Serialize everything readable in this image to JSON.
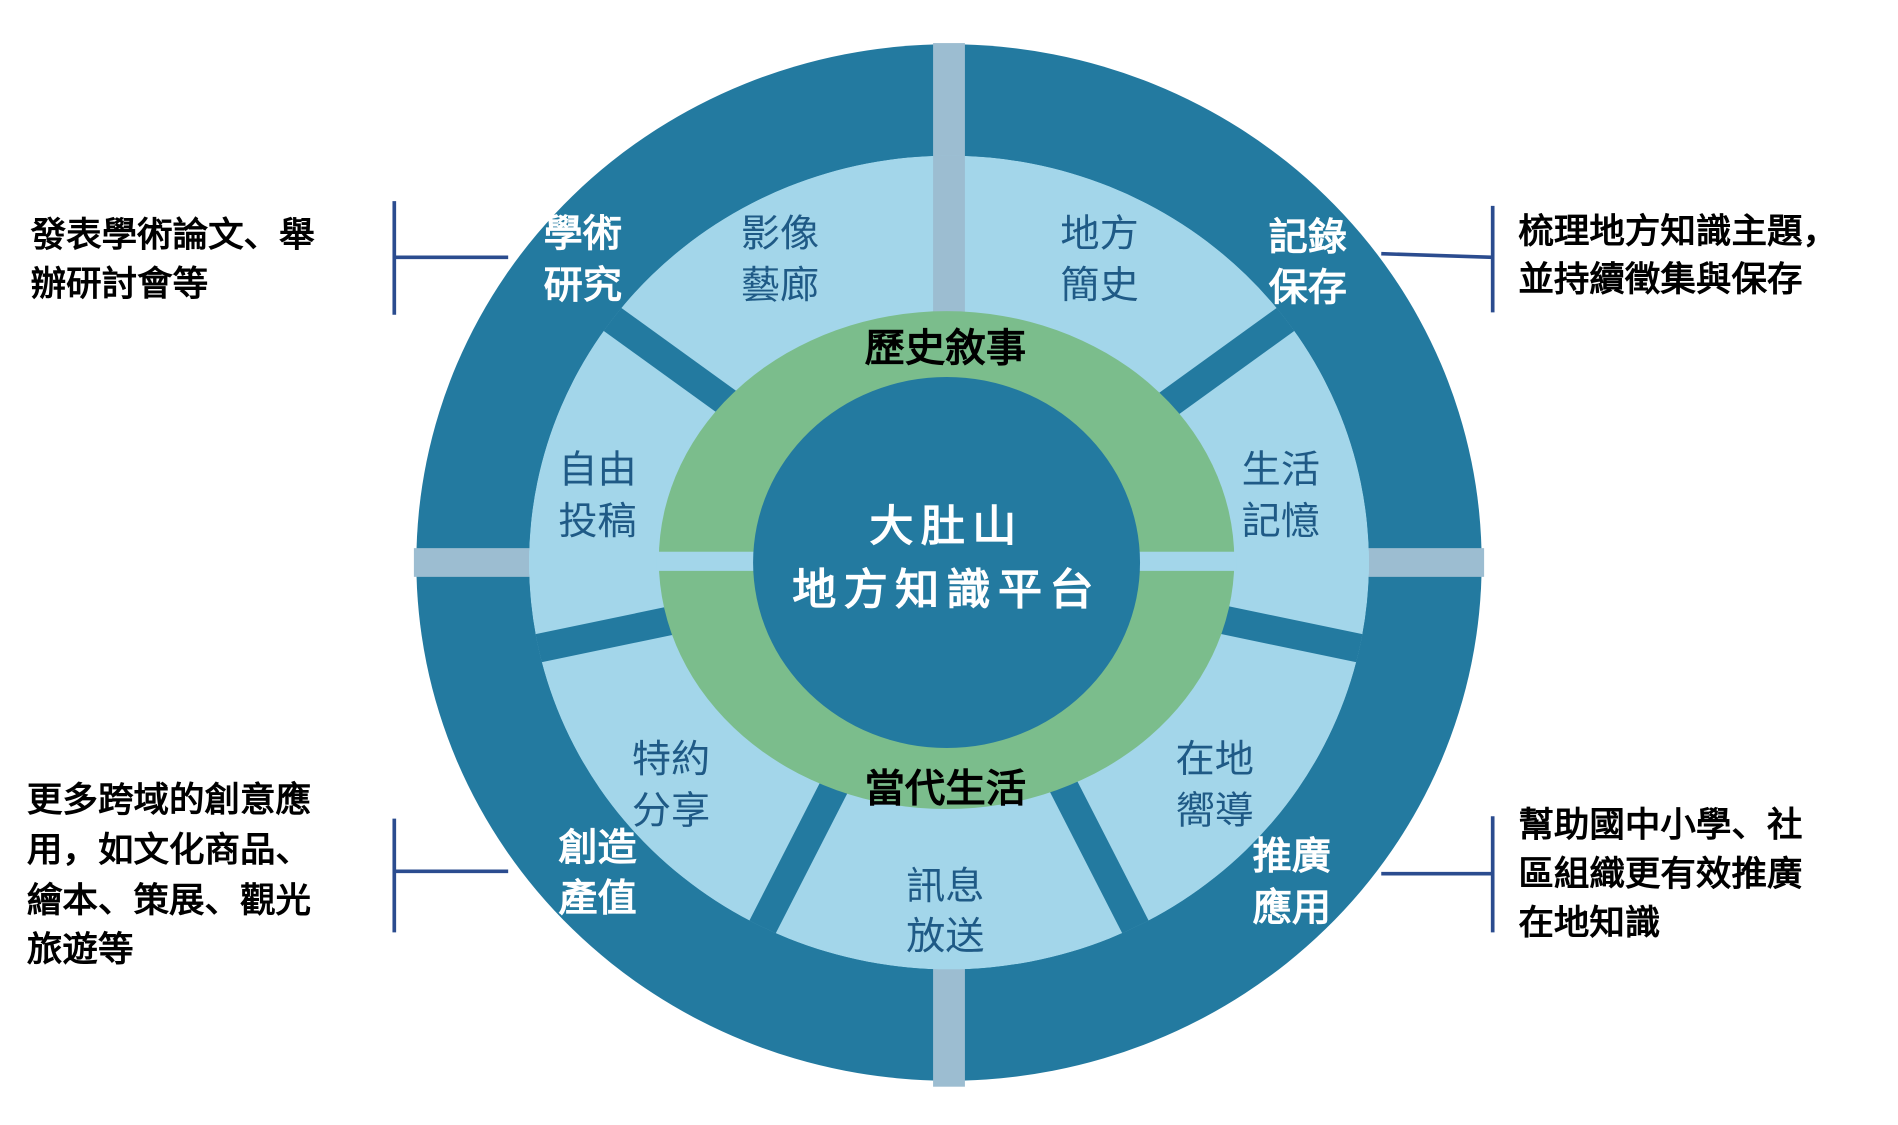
{
  "colors": {
    "outer_ring": "#237aa0",
    "middle_ring": "#a3d6ea",
    "inner_ring": "#7bbd8c",
    "center": "#237aa0",
    "divider": "#9cbdd1",
    "leader_line": "#2b4c8f"
  },
  "center": {
    "line1": "大肚山",
    "line2": "地方知識平台"
  },
  "inner_ring": {
    "top": "歷史敘事",
    "bottom": "當代生活"
  },
  "middle_ring": [
    {
      "line1": "影像",
      "line2": "藝廊"
    },
    {
      "line1": "地方",
      "line2": "簡史"
    },
    {
      "line1": "自由",
      "line2": "投稿"
    },
    {
      "line1": "生活",
      "line2": "記憶"
    },
    {
      "line1": "特約",
      "line2": "分享"
    },
    {
      "line1": "在地",
      "line2": "嚮導"
    },
    {
      "line1": "訊息",
      "line2": "放送"
    }
  ],
  "outer_ring": [
    {
      "line1": "學術",
      "line2": "研究"
    },
    {
      "line1": "記錄",
      "line2": "保存"
    },
    {
      "line1": "創造",
      "line2": "產值"
    },
    {
      "line1": "推廣",
      "line2": "應用"
    }
  ],
  "annotations": {
    "top_left": [
      "發表學術論文、舉",
      "辦研討會等"
    ],
    "top_right": [
      "梳理地方知識主題，",
      "並持續徵集與保存"
    ],
    "bottom_left": [
      "更多跨域的創意應",
      "用，如文化商品、",
      "繪本、策展、觀光",
      "旅遊等"
    ],
    "bottom_right": [
      "幫助國中小學、社",
      "區組織更有效推廣",
      "在地知識"
    ]
  }
}
